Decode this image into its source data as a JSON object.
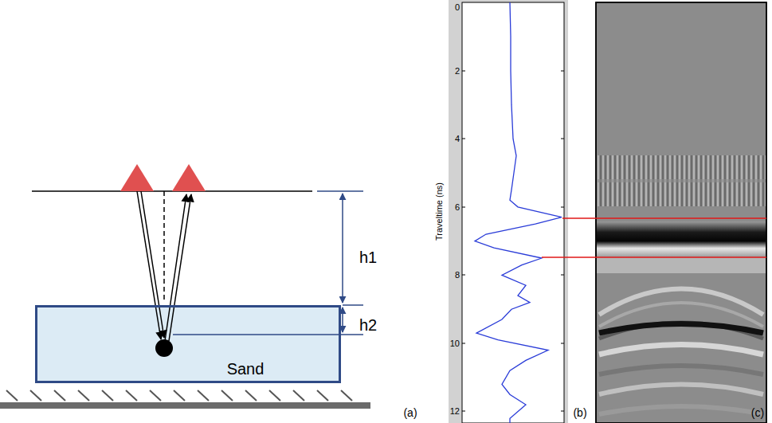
{
  "diagram": {
    "nodes": [
      {
        "text": [
          "Sand"
        ]
      }
    ],
    "labels": [
      "h1",
      "h2",
      "(a)",
      "Traveltime (ns)",
      "0",
      "2",
      "4",
      "6",
      "8",
      "10",
      "12",
      "(b)",
      "(c)"
    ]
  }
}
